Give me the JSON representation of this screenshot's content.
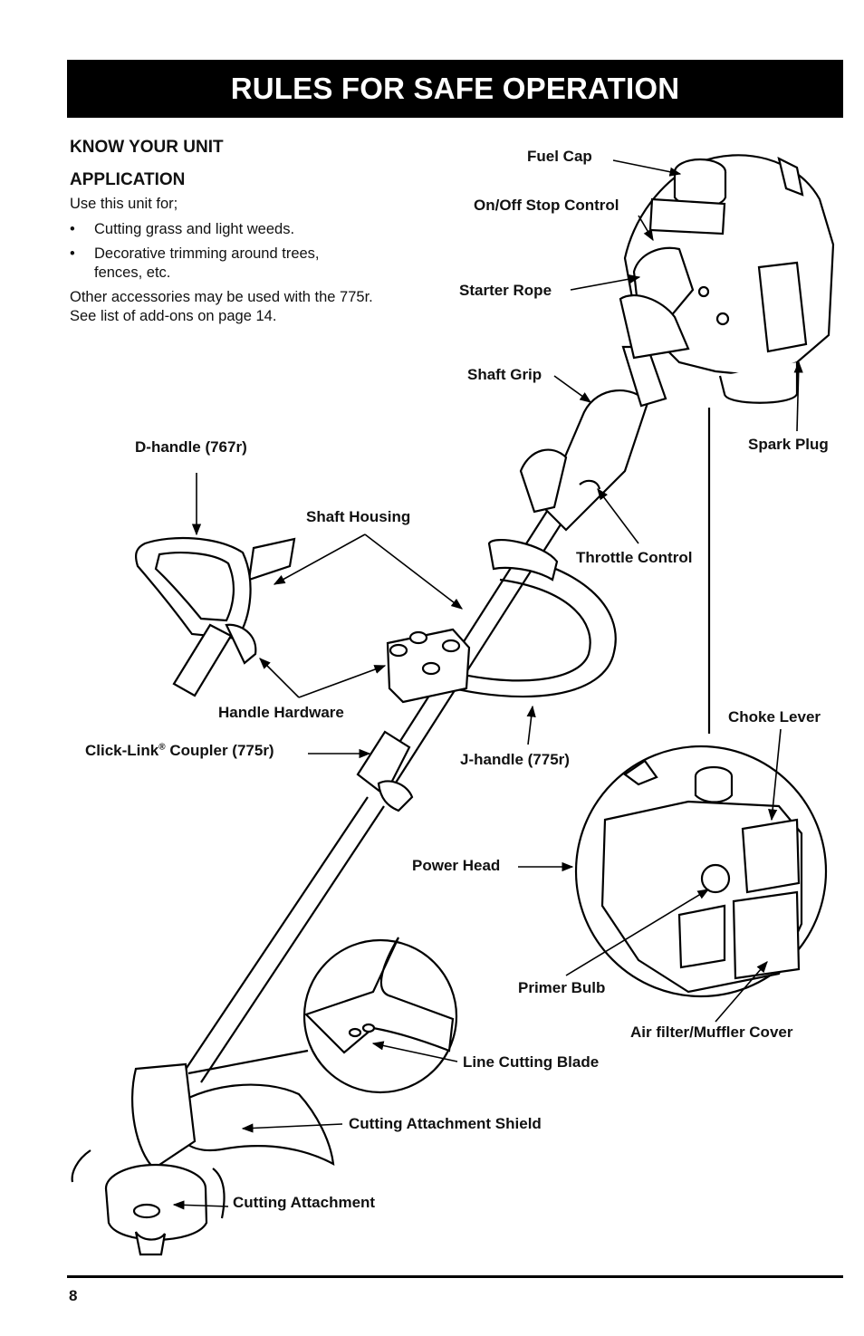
{
  "header": {
    "title": "RULES FOR SAFE OPERATION"
  },
  "intro": {
    "section_title": "KNOW YOUR UNIT",
    "subsection_title": "APPLICATION",
    "lead": "Use this unit for;",
    "bullets": [
      "Cutting grass and light weeds.",
      "Decorative trimming around trees, fences, etc."
    ],
    "note": "Other accessories may be used with the 775r. See list of add-ons on page 14."
  },
  "labels": {
    "fuel_cap": "Fuel Cap",
    "on_off": "On/Off Stop Control",
    "starter_rope": "Starter Rope",
    "shaft_grip": "Shaft Grip",
    "spark_plug": "Spark Plug",
    "d_handle": "D-handle (767r)",
    "shaft_housing": "Shaft Housing",
    "throttle": "Throttle Control",
    "handle_hardware": "Handle Hardware",
    "choke": "Choke Lever",
    "click_link": "Click-Link",
    "click_link_mark": "®",
    "click_link_rest": " Coupler (775r)",
    "j_handle": "J-handle (775r)",
    "power_head": "Power Head",
    "primer": "Primer Bulb",
    "air_filter": "Air filter/Muffler Cover",
    "line_blade": "Line Cutting Blade",
    "shield": "Cutting Attachment Shield",
    "cutting_attachment": "Cutting Attachment"
  },
  "footer": {
    "page_number": "8"
  }
}
